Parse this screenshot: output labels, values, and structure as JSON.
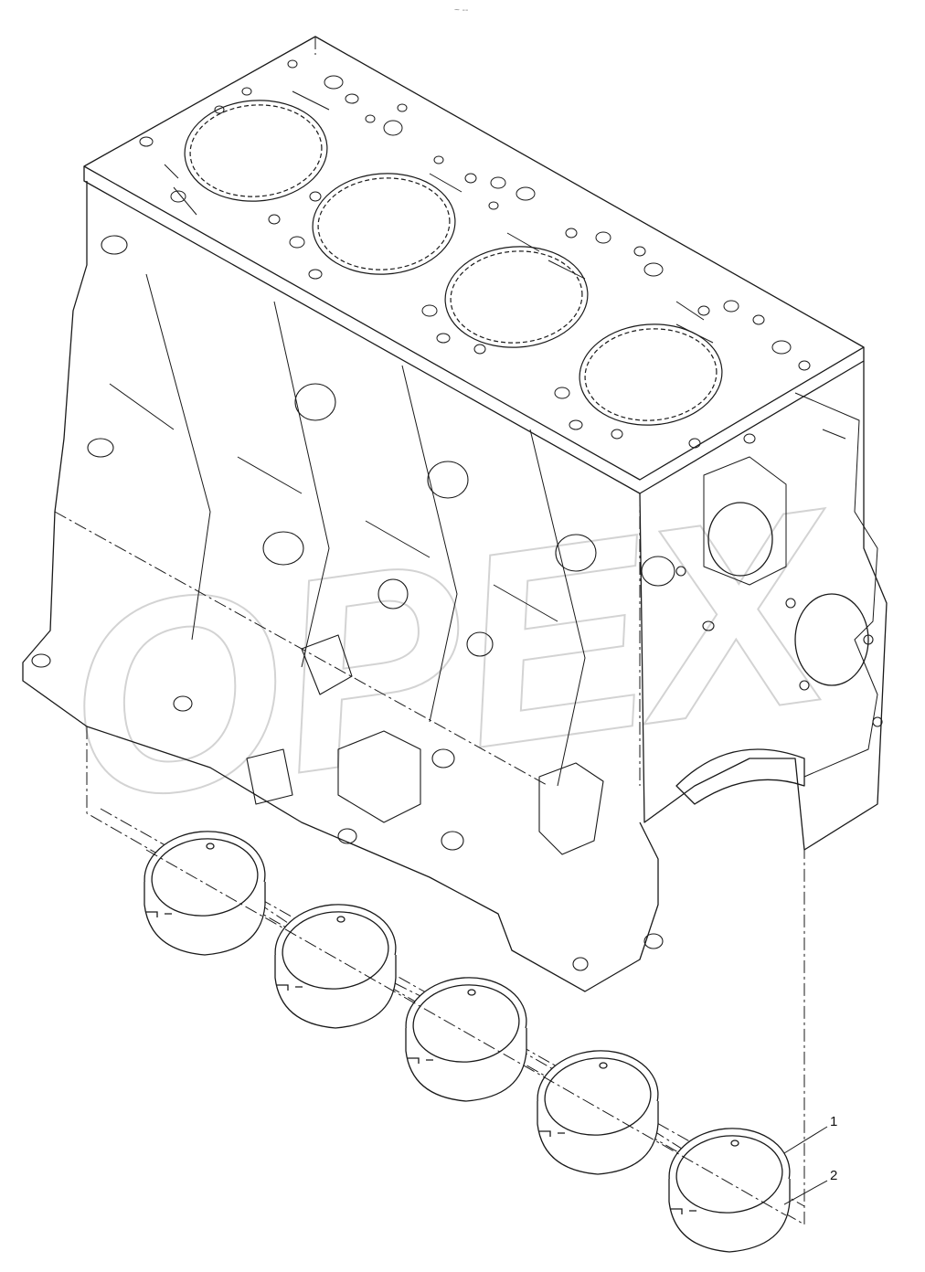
{
  "diagram": {
    "header_mark": "~ --",
    "callouts": [
      {
        "id": "1",
        "label": "1"
      },
      {
        "id": "2",
        "label": "2"
      }
    ],
    "watermark": {
      "text": "OPEX"
    },
    "colors": {
      "line": "#1a1a1a",
      "watermark": "#cfcfcf",
      "background": "#ffffff"
    }
  }
}
